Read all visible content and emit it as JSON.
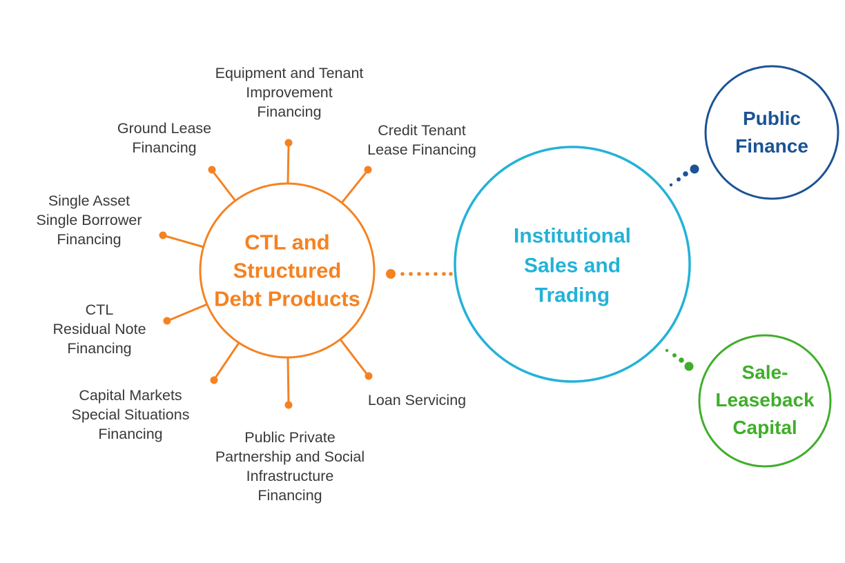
{
  "colors": {
    "orange": "#f58221",
    "cyan": "#23b2d7",
    "blue": "#1b5394",
    "green": "#3fae2a",
    "gray": "#39393b",
    "bg": "#ffffff"
  },
  "hub_circle": {
    "title": "CTL and\nStructured\nDebt Products"
  },
  "main_circle": {
    "title": "Institutional\nSales and\nTrading"
  },
  "public_finance_circle": {
    "title": "Public\nFinance"
  },
  "sale_leaseback_circle": {
    "title": "Sale-\nLeaseback\nCapital"
  },
  "spoke_labels": {
    "equipment": "Equipment and Tenant\nImprovement\nFinancing",
    "ground_lease": "Ground Lease\nFinancing",
    "credit_tenant": "Credit Tenant\nLease Financing",
    "single_asset": "Single Asset\nSingle Borrower\nFinancing",
    "ctl_residual": "CTL\nResidual Note\nFinancing",
    "capital_markets": "Capital Markets\nSpecial Situations\nFinancing",
    "public_private": "Public Private\nPartnership and Social\nInfrastructure\nFinancing",
    "loan_servicing": "Loan Servicing"
  }
}
